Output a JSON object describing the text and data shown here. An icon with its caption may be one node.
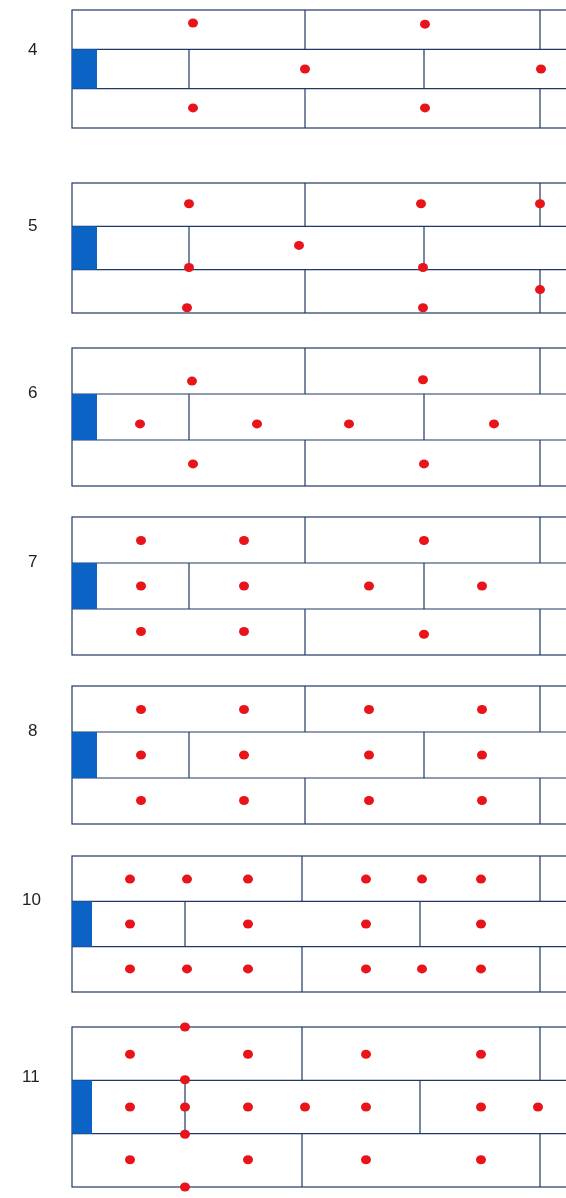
{
  "diagram": {
    "labels": [
      "4",
      "5",
      "6",
      "7",
      "8",
      "10",
      "11"
    ]
  }
}
